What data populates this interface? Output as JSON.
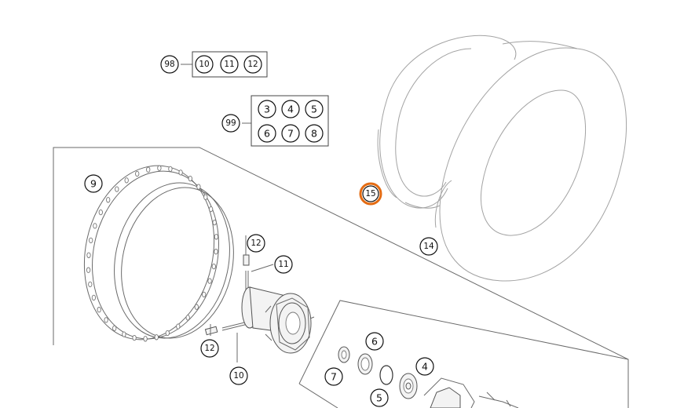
{
  "callouts": {
    "kit_98": "98",
    "kit_98_parts": [
      "10",
      "11",
      "12"
    ],
    "kit_99": "99",
    "kit_99_row1": [
      "3",
      "4",
      "5"
    ],
    "kit_99_row2": [
      "6",
      "7",
      "8"
    ],
    "rim": "9",
    "spoke_nipple_top": "12",
    "spoke_top": "11",
    "spoke_nipple_bottom": "12",
    "spoke_bottom": "10",
    "tube": "15",
    "tire": "14",
    "seal": "6",
    "bearing": "4",
    "spacer": "7",
    "circlip": "5"
  },
  "colors": {
    "highlight": "#e46b12",
    "line": "#6a6a6a",
    "text": "#111111"
  }
}
